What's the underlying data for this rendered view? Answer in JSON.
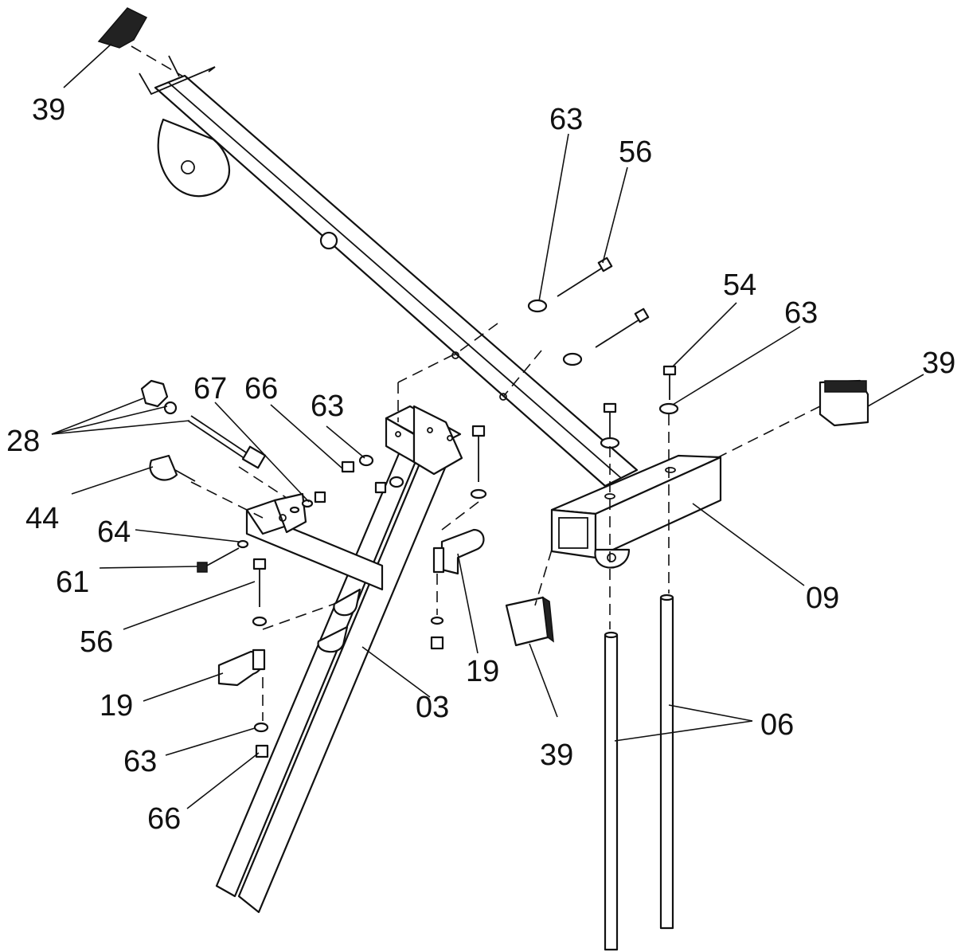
{
  "callouts": [
    {
      "id": "39-top",
      "text": "39"
    },
    {
      "id": "63-a",
      "text": "63"
    },
    {
      "id": "56-a",
      "text": "56"
    },
    {
      "id": "54",
      "text": "54"
    },
    {
      "id": "63-b",
      "text": "63"
    },
    {
      "id": "39-right",
      "text": "39"
    },
    {
      "id": "67",
      "text": "67"
    },
    {
      "id": "66-a",
      "text": "66"
    },
    {
      "id": "63-c",
      "text": "63"
    },
    {
      "id": "28",
      "text": "28"
    },
    {
      "id": "44",
      "text": "44"
    },
    {
      "id": "64",
      "text": "64"
    },
    {
      "id": "61",
      "text": "61"
    },
    {
      "id": "09",
      "text": "09"
    },
    {
      "id": "56-b",
      "text": "56"
    },
    {
      "id": "19-a",
      "text": "19"
    },
    {
      "id": "19-b",
      "text": "19"
    },
    {
      "id": "03",
      "text": "03"
    },
    {
      "id": "06",
      "text": "06"
    },
    {
      "id": "39-bottom",
      "text": "39"
    },
    {
      "id": "63-d",
      "text": "63"
    },
    {
      "id": "66-b",
      "text": "66"
    }
  ]
}
